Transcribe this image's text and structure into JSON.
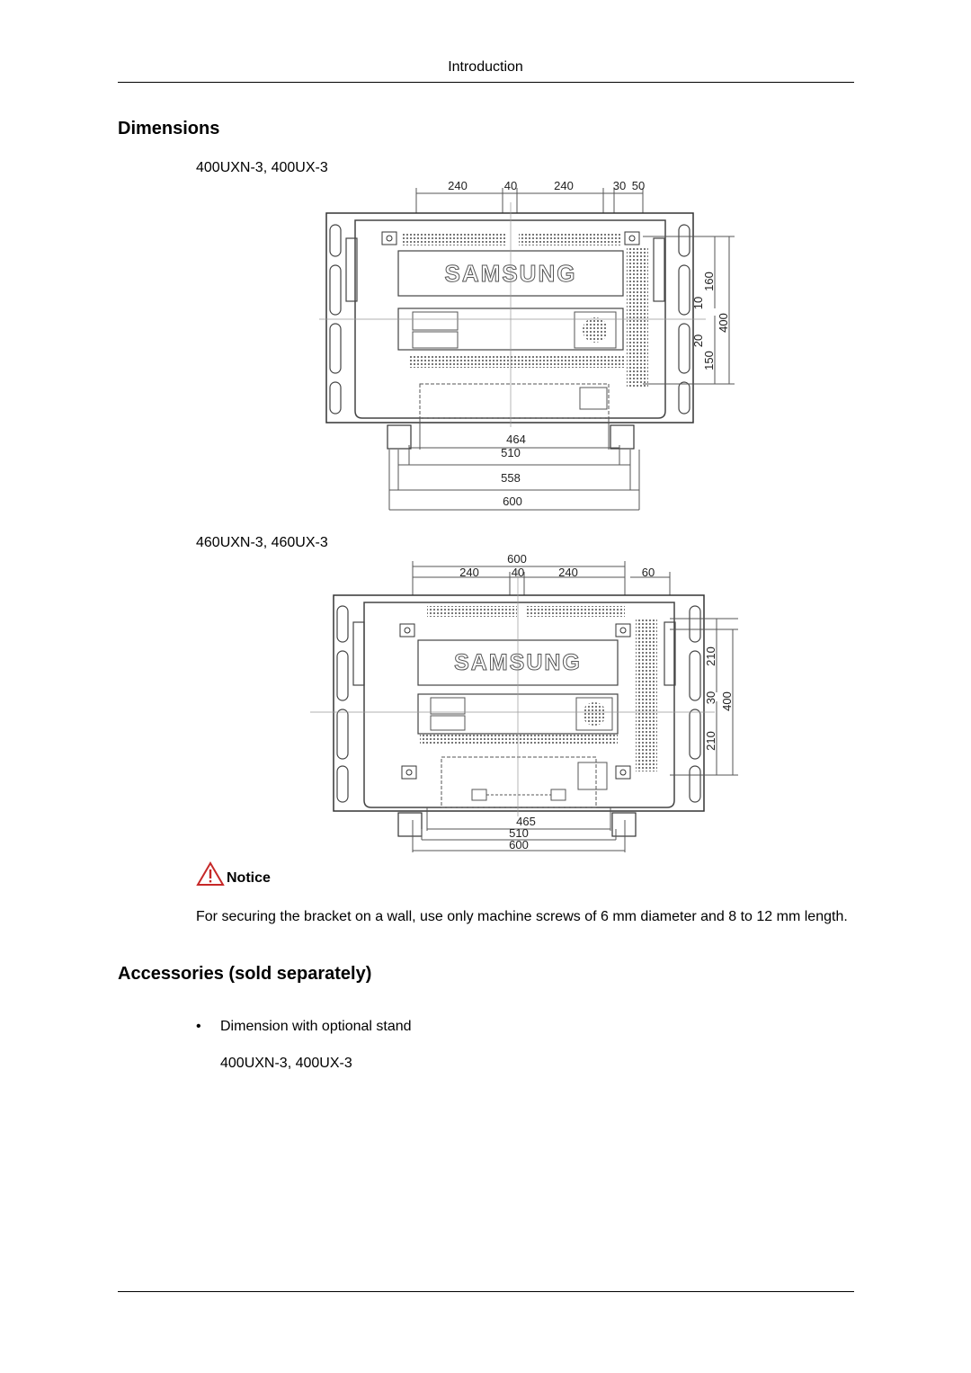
{
  "header": {
    "section": "Introduction"
  },
  "dimensions": {
    "heading": "Dimensions",
    "diagram1": {
      "model": "400UXN-3, 400UX-3",
      "logo": "SAMSUNG",
      "top_dims": [
        "240",
        "40",
        "240",
        "30",
        "50"
      ],
      "right_dims": [
        "160",
        "10",
        "400",
        "20",
        "150"
      ],
      "bottom_dims": [
        "464",
        "510",
        "558",
        "600"
      ]
    },
    "diagram2": {
      "model": "460UXN-3, 460UX-3",
      "logo": "SAMSUNG",
      "top_dims": [
        "600",
        "240",
        "40",
        "240",
        "60"
      ],
      "right_dims": [
        "210",
        "30",
        "400",
        "210"
      ],
      "bottom_dims": [
        "465",
        "510",
        "600"
      ]
    }
  },
  "notice": {
    "label": "Notice",
    "text": "For securing the bracket on a wall, use only machine screws of 6 mm diameter and 8 to 12 mm length."
  },
  "accessories": {
    "heading": "Accessories (sold separately)",
    "bullet": "Dimension with optional stand",
    "model": "400UXN-3, 400UX-3"
  }
}
